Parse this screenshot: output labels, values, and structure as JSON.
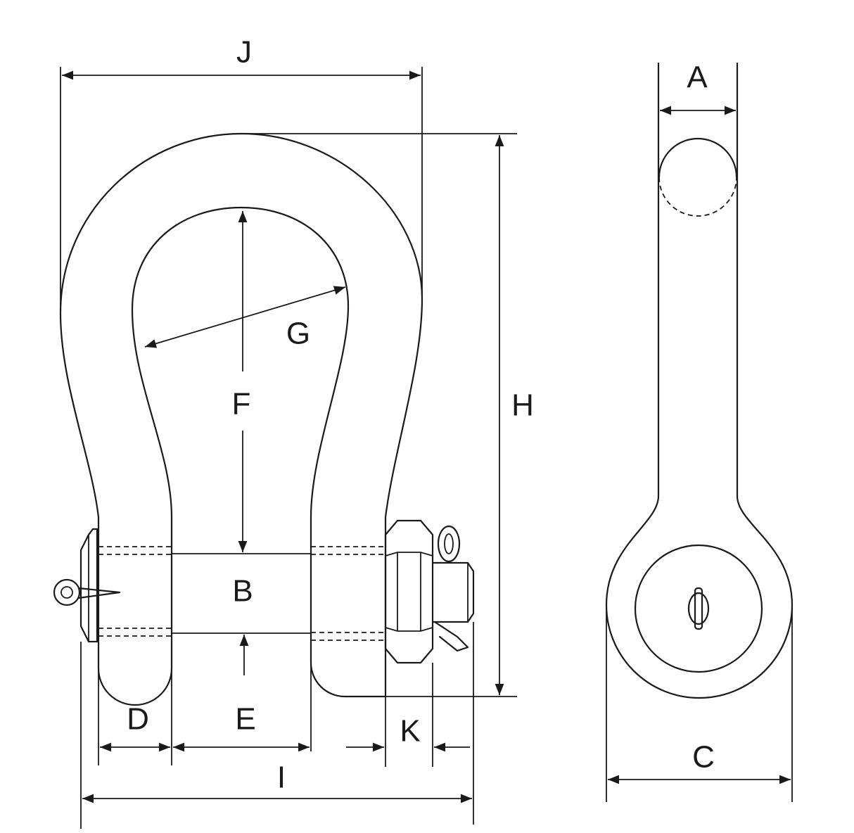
{
  "colors": {
    "line": "#1a1a1a",
    "background": "#ffffff"
  },
  "labels": {
    "A": "A",
    "B": "B",
    "C": "C",
    "D": "D",
    "E": "E",
    "F": "F",
    "G": "G",
    "H": "H",
    "I": "I",
    "J": "J",
    "K": "K"
  }
}
